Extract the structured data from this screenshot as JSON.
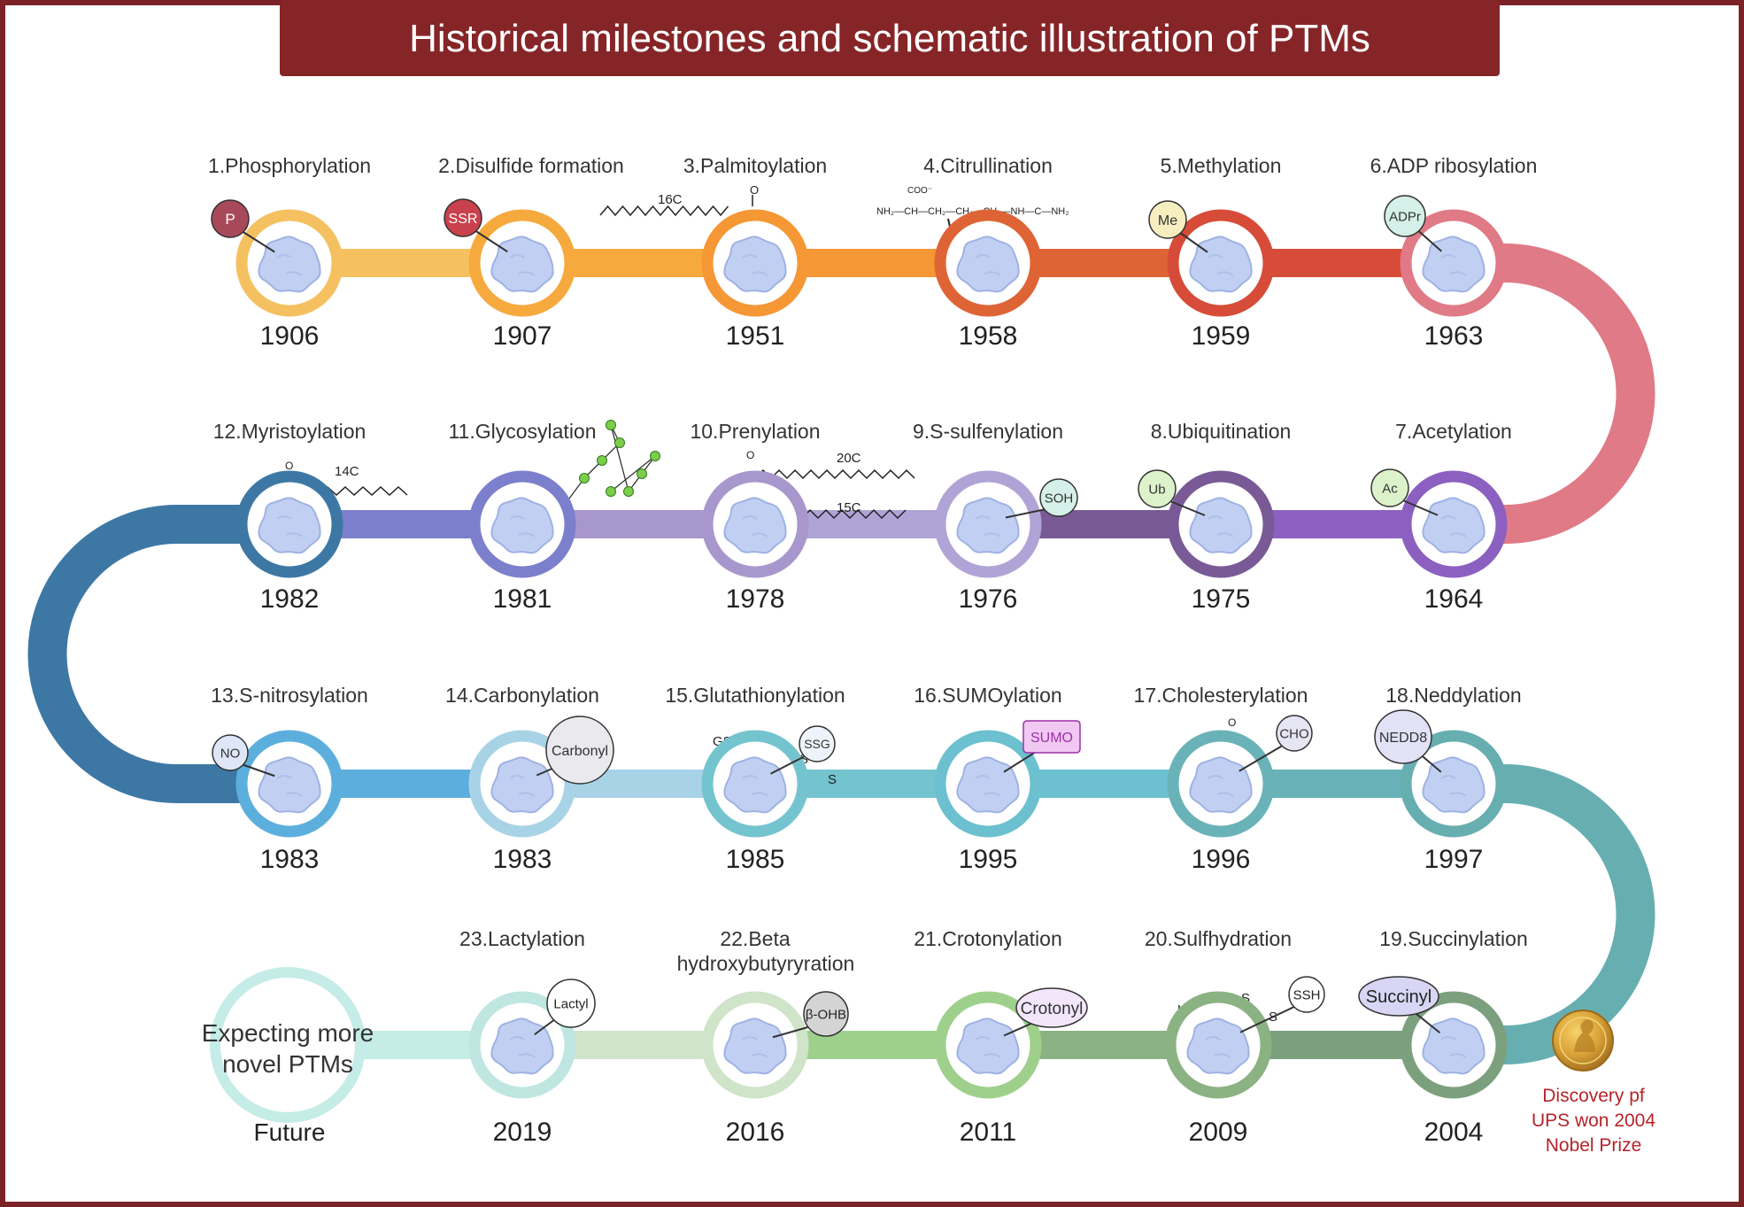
{
  "title": "Historical milestones and schematic illustration of PTMs",
  "colors": {
    "frame": "#7a2226",
    "title_bg": "#862527",
    "title_text": "#ffffff",
    "protein_fill": "#c1d0f2",
    "protein_stroke": "#9fb2e3",
    "nobel_text": "#b5242a"
  },
  "milestones": [
    {
      "label": "1.Phosphorylation",
      "year": "1906",
      "tag": "P",
      "color": "#f5c160",
      "tag_fill": "#a8495a",
      "tag_text": "#ffffff"
    },
    {
      "label": "2.Disulfide formation",
      "year": "1907",
      "tag": "SSR",
      "color": "#f6a93d",
      "tag_fill": "#c9414c",
      "tag_text": "#ffffff"
    },
    {
      "label": "3.Palmitoylation",
      "year": "1951",
      "tag": "",
      "color": "#f59735",
      "chem": "16C"
    },
    {
      "label": "4.Citrullination",
      "year": "1958",
      "tag": "",
      "color": "#de6436"
    },
    {
      "label": "5.Methylation",
      "year": "1959",
      "tag": "Me",
      "color": "#d64c39",
      "tag_fill": "#f7eec0",
      "tag_text": "#333333"
    },
    {
      "label": "6.ADP ribosylation",
      "year": "1963",
      "tag": "ADPr",
      "color": "#e07a86",
      "tag_fill": "#d4f0e8",
      "tag_text": "#333333"
    },
    {
      "label": "7.Acetylation",
      "year": "1964",
      "tag": "Ac",
      "color": "#8b60c0",
      "tag_fill": "#dcf2cb",
      "tag_text": "#333333"
    },
    {
      "label": "8.Ubiquitination",
      "year": "1975",
      "tag": "Ub",
      "color": "#7a5a96",
      "tag_fill": "#dcf2cb",
      "tag_text": "#333333"
    },
    {
      "label": "9.S-sulfenylation",
      "year": "1976",
      "tag": "SOH",
      "color": "#b0a4d6",
      "tag_fill": "#d4f0e8",
      "tag_text": "#333333"
    },
    {
      "label": "10.Prenylation",
      "year": "1978",
      "tag": "",
      "color": "#a897cc",
      "chem": "20C",
      "chem2": "15C"
    },
    {
      "label": "11.Glycosylation",
      "year": "1981",
      "tag": "",
      "color": "#7c7fcc"
    },
    {
      "label": "12.Myristoylation",
      "year": "1982",
      "tag": "",
      "color": "#3d78a5",
      "chem": "14C"
    },
    {
      "label": "13.S-nitrosylation",
      "year": "1983",
      "tag": "NO",
      "color": "#5cafdd",
      "tag_fill": "#dfe6f7",
      "tag_text": "#333333"
    },
    {
      "label": "14.Carbonylation",
      "year": "1983",
      "tag": "Carbonyl",
      "color": "#a8d3e6",
      "tag_fill": "#e9e9ee",
      "tag_text": "#333333"
    },
    {
      "label": "15.Glutathionylation",
      "year": "1985",
      "tag": "SSG",
      "color": "#74c4cf",
      "tag_fill": "#eef3fb",
      "tag_text": "#333333",
      "chem": "GSH"
    },
    {
      "label": "16.SUMOylation",
      "year": "1995",
      "tag": "SUMO",
      "color": "#6cc0cf",
      "tag_fill": "#f1c8f2",
      "tag_text": "#9c2fa8"
    },
    {
      "label": "17.Cholesterylation",
      "year": "1996",
      "tag": "CHO",
      "color": "#69b3b8",
      "tag_fill": "#e5e5f3",
      "tag_text": "#333333"
    },
    {
      "label": "18.Neddylation",
      "year": "1997",
      "tag": "NEDD8",
      "color": "#67aeb1",
      "tag_fill": "#e2e2f7",
      "tag_text": "#333333"
    },
    {
      "label": "19.Succinylation",
      "year": "2004",
      "tag": "Succinyl",
      "color": "#7ca07e",
      "tag_fill": "#d8d6f4",
      "tag_text": "#222222"
    },
    {
      "label": "20.Sulfhydration",
      "year": "2009",
      "tag": "SSH",
      "color": "#8bb282",
      "tag_fill": "#ffffff",
      "tag_text": "#222222",
      "chem": "H2S"
    },
    {
      "label": "21.Crotonylation",
      "year": "2011",
      "tag": "Crotonyl",
      "color": "#9ed08c",
      "tag_fill": "#f3e6fb",
      "tag_text": "#333333"
    },
    {
      "label": "22.Beta",
      "label2": "hydroxybutyryration",
      "year": "2016",
      "tag": "β-OHB",
      "color": "#cfe4c8",
      "tag_fill": "#d4d4d4",
      "tag_text": "#222222"
    },
    {
      "label": "23.Lactylation",
      "year": "2019",
      "tag": "Lactyl",
      "color": "#bfe6e1",
      "tag_fill": "#ffffff",
      "tag_text": "#222222"
    }
  ],
  "future": {
    "text_line1": "Expecting more",
    "text_line2": "novel PTMs",
    "year": "Future",
    "color": "#c5ece6"
  },
  "nobel": {
    "line1": "Discovery pf",
    "line2": "UPS won 2004",
    "line3": "Nobel Prize"
  },
  "chem_misc": {
    "o": "O",
    "citrulline_formula": "NH₂—CH—CH₂—CH₂—CH₂—NH—C—NH₂",
    "coo": "COO⁻",
    "s": "S"
  }
}
